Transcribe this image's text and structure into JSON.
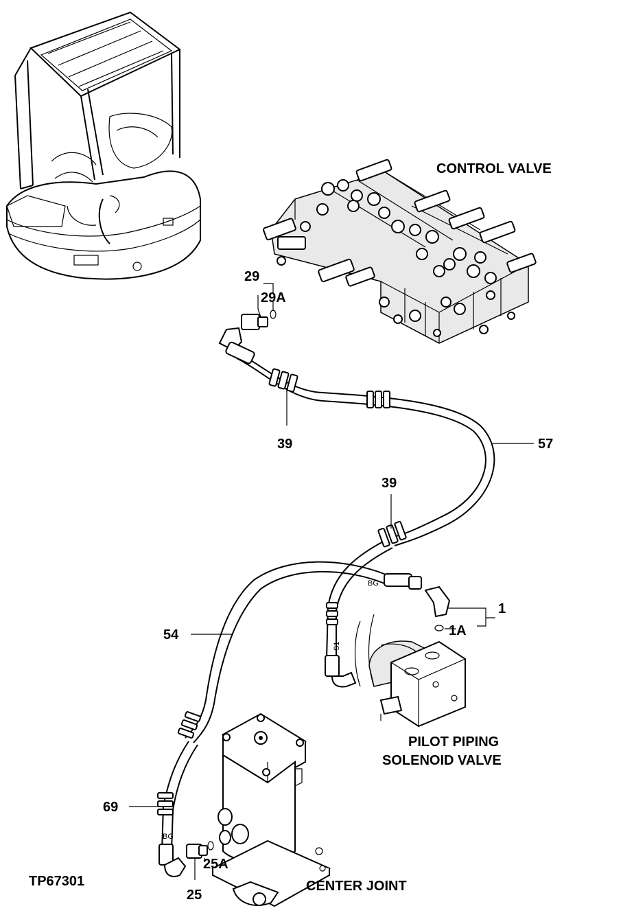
{
  "diagram": {
    "figure_id": "TP67301",
    "components": {
      "control_valve": "CONTROL VALVE",
      "pilot_solenoid_line1": "PILOT PIPING",
      "pilot_solenoid_line2": "SOLENOID VALVE",
      "center_joint": "CENTER JOINT"
    },
    "callouts": {
      "c29": "29",
      "c29A": "29A",
      "c39_top": "39",
      "c57": "57",
      "c39_mid": "39",
      "c1": "1",
      "c1A": "1A",
      "c54": "54",
      "c69": "69",
      "c25A": "25A",
      "c25": "25"
    },
    "hose_marks": {
      "bg_upper": "BG",
      "s1": "S1",
      "bg_lower": "BG"
    }
  }
}
